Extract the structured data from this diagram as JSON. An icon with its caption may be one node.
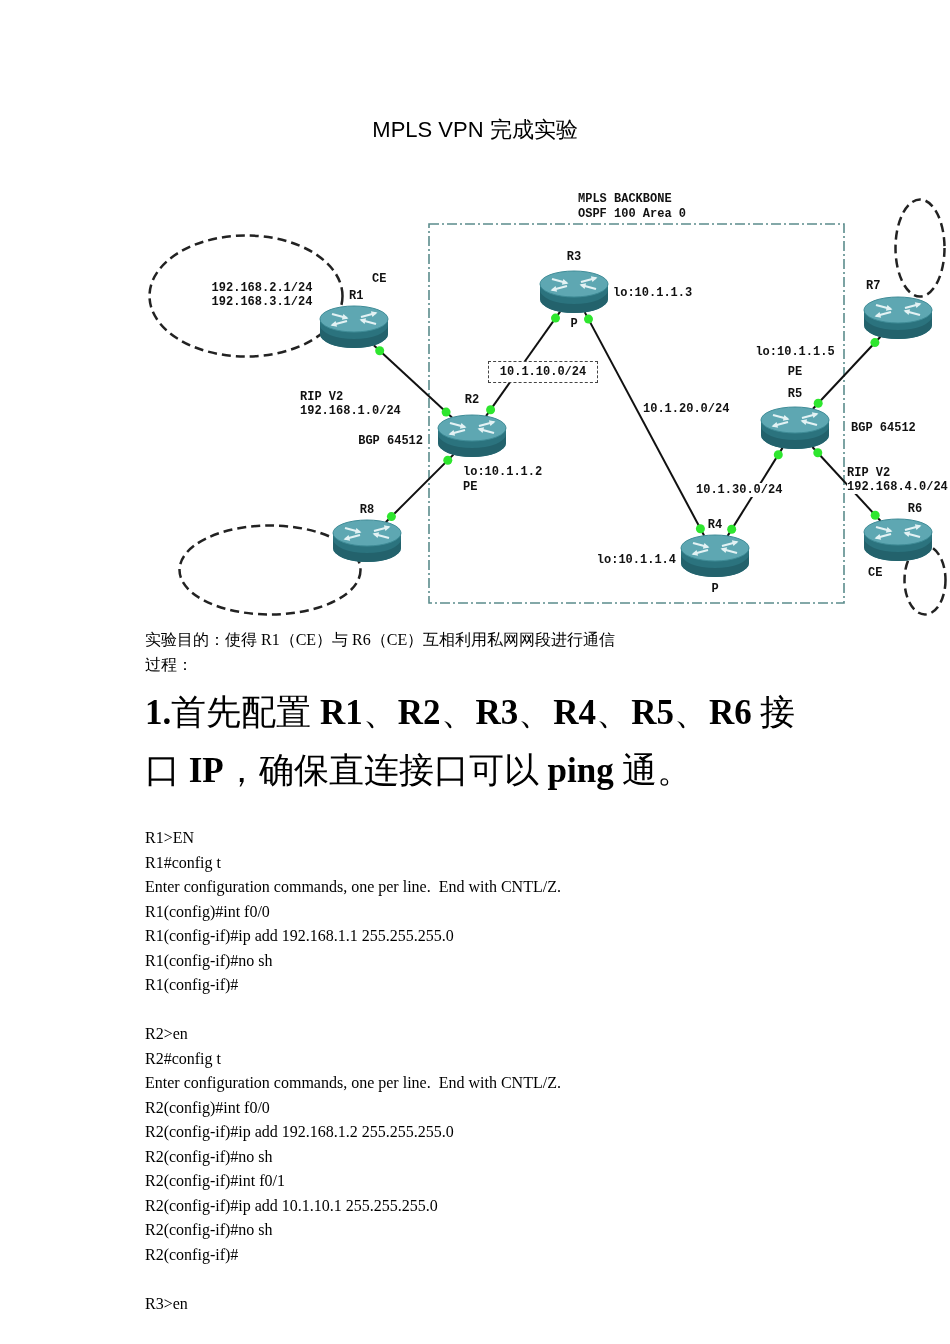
{
  "diagram": {
    "title": "MPLS VPN 完成实验",
    "nodes": [
      {
        "text": [
          "MPLS BACKBONE",
          "OSPF 100 Area 0"
        ]
      },
      {
        "text": [
          "192.168.2.1/24 192.168.3.1/24"
        ]
      },
      {
        "text": [],
        "shape": "cylinder",
        "beside": [
          "CE",
          "R1"
        ]
      },
      {
        "text": [],
        "shape": "cylinder",
        "beside": [
          "R3",
          "lo:10.1.1.3",
          "P"
        ],
        "in": 0
      },
      {
        "text": [],
        "shape": "circle"
      },
      {
        "text": [],
        "shape": "cylinder",
        "beside": [
          "R7"
        ]
      },
      {
        "text": [],
        "shape": "cylinder",
        "beside": [
          "lo:10.1.1.5",
          "PE",
          "R5",
          "BGP 64512"
        ],
        "in": 0
      },
      {
        "text": [],
        "shape": "cylinder",
        "beside": [
          "R2",
          "BGP 64512",
          "lo:10.1.1.2",
          "PE"
        ],
        "in": 0
      },
      {
        "text": [],
        "shape": "cylinder",
        "beside": [
          "R8"
        ]
      },
      {
        "text": [],
        "shape": "circle"
      },
      {
        "text": [],
        "shape": "cylinder",
        "beside": [
          "R4",
          "lo:10.1.1.4",
          "P"
        ],
        "in": 0
      },
      {
        "text": [],
        "shape": "cylinder",
        "beside": [
          "R6",
          "CE"
        ]
      },
      {
        "text": [],
        "shape": "circle"
      }
    ],
    "edges": [
      {
        "from": 2,
        "to": 7,
        "arrow": "none",
        "label": "RIP V2 192.168.1.0/24"
      },
      {
        "from": 7,
        "to": 3,
        "arrow": "none",
        "label": "10.1.10.0/24"
      },
      {
        "from": 7,
        "to": 8,
        "arrow": "none"
      },
      {
        "from": 3,
        "to": 10,
        "arrow": "none",
        "label": "10.1.20.0/24"
      },
      {
        "from": 10,
        "to": 6,
        "arrow": "none",
        "label": "10.1.30.0/24"
      },
      {
        "from": 6,
        "to": 5,
        "arrow": "none"
      },
      {
        "from": 6,
        "to": 11,
        "arrow": "none",
        "label": "RIP V2 192.168.4.0/24"
      }
    ],
    "labels": [
      "实验目的：使得 R1（CE）与 R6（CE）互相利用私网网段进行通信",
      "过程：",
      "**1.**首先配置 **R1**、**R2**、**R3**、**R4**、**R5**、**R6** 接口 **IP**，确保直连接口可以 **ping** 通。",
      "R1>EN",
      "R1#config t",
      "Enter configuration commands, one per line.  End with CNTL/Z.",
      "R1(config)#int f0/0",
      "R1(config-if)#ip add 192.168.1.1 255.255.255.0",
      "R1(config-if)#no sh",
      "R1(config-if)#",
      "R2>en",
      "R2#config t",
      "Enter configuration commands, one per line.  End with CNTL/Z.",
      "R2(config)#int f0/0",
      "R2(config-if)#ip add 192.168.1.2 255.255.255.0",
      "R2(config-if)#no sh",
      "R2(config-if)#int f0/1",
      "R2(config-if)#ip add 10.1.10.1 255.255.255.0",
      "R2(config-if)#no sh",
      "R2(config-if)#",
      "R3>en"
    ]
  }
}
